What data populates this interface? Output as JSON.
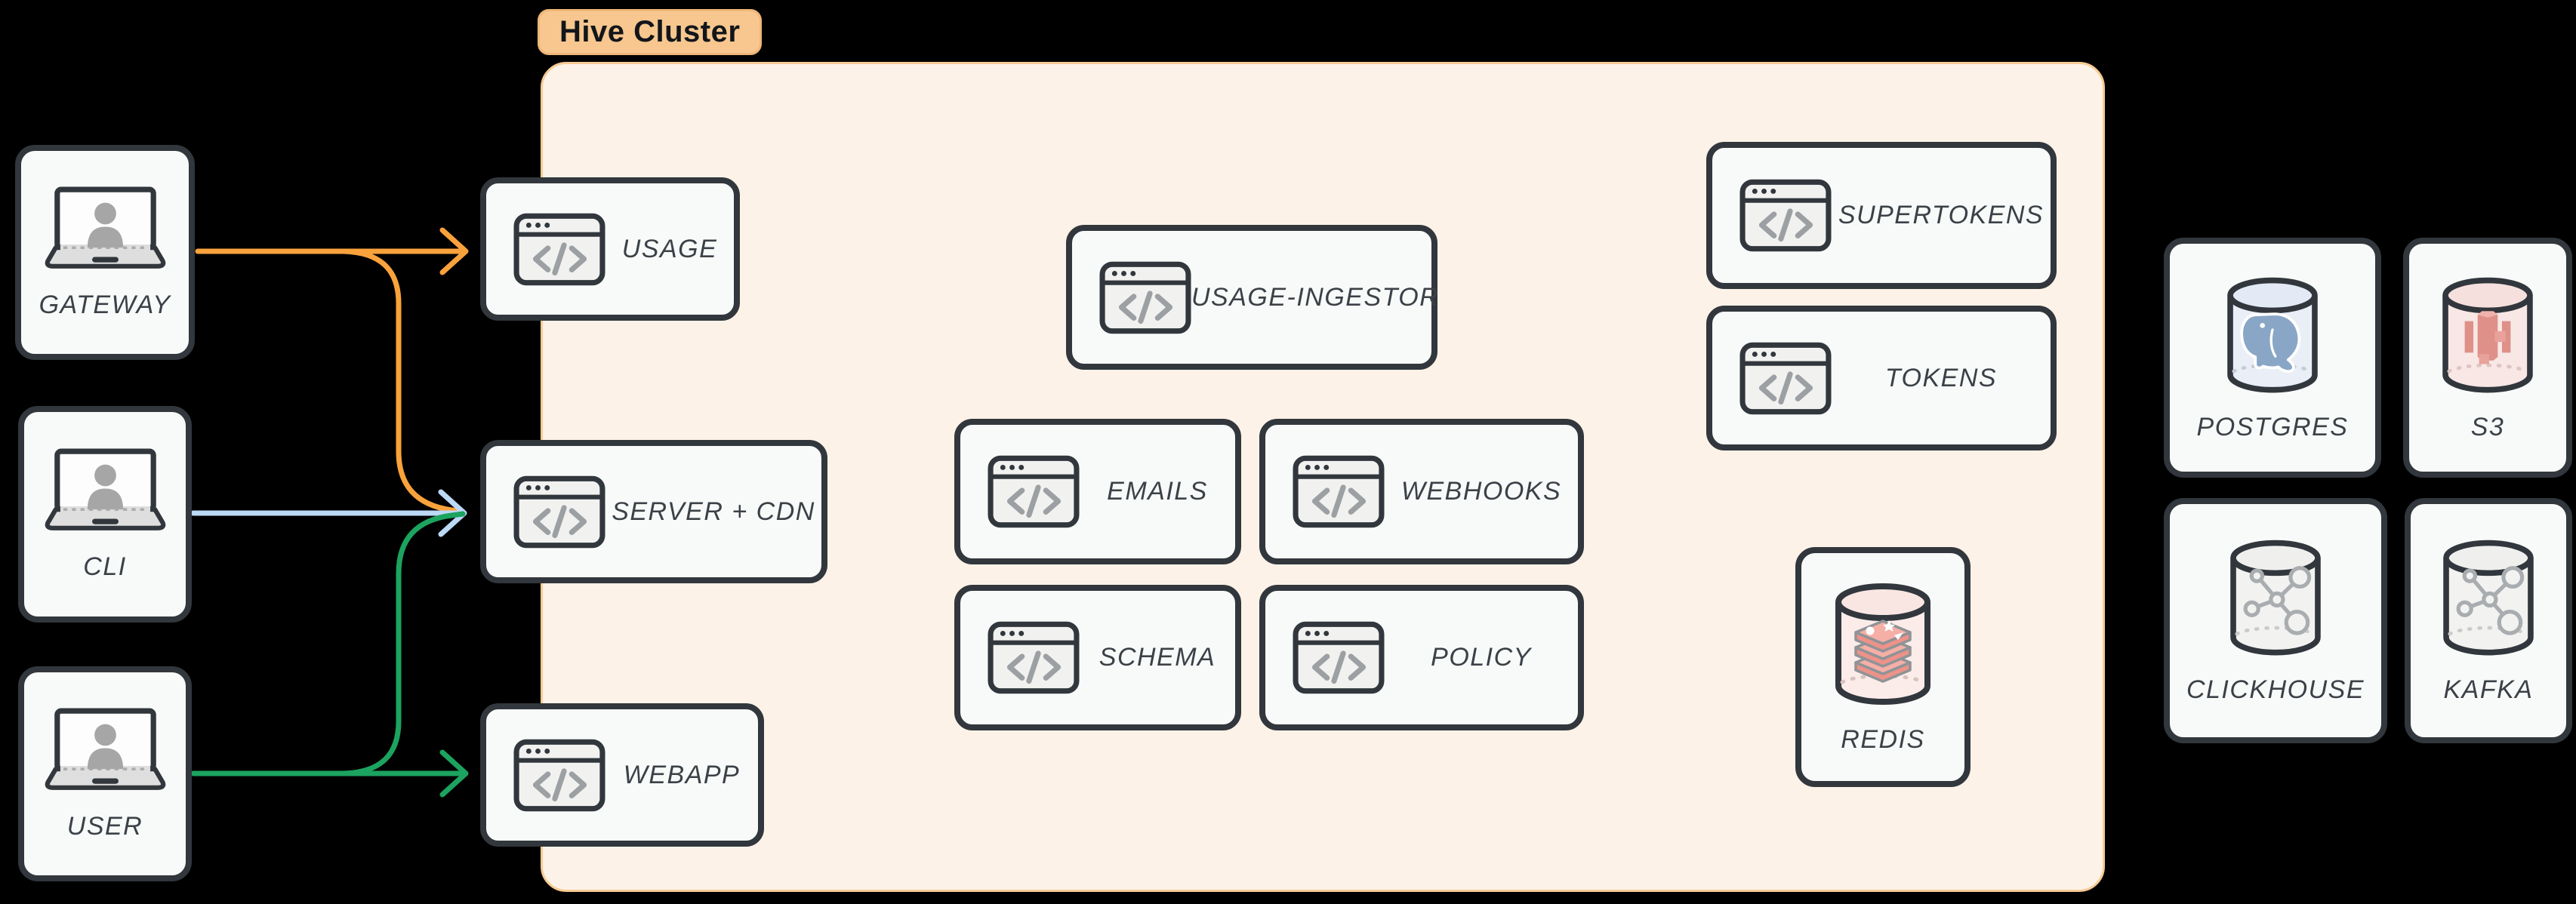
{
  "cluster": {
    "badge": "Hive Cluster"
  },
  "nodes": {
    "gateway": {
      "label": "GATEWAY",
      "icon": "laptop-user-icon"
    },
    "cli": {
      "label": "CLI",
      "icon": "laptop-user-icon"
    },
    "user": {
      "label": "USER",
      "icon": "laptop-user-icon"
    },
    "usage": {
      "label": "USAGE",
      "icon": "code-window-icon"
    },
    "server_cdn": {
      "label": "SERVER + CDN",
      "icon": "code-window-icon"
    },
    "webapp": {
      "label": "WEBAPP",
      "icon": "code-window-icon"
    },
    "usage_ingestor": {
      "label": "USAGE-INGESTOR",
      "icon": "code-window-icon"
    },
    "emails": {
      "label": "EMAILS",
      "icon": "code-window-icon"
    },
    "webhooks": {
      "label": "WEBHOOKS",
      "icon": "code-window-icon"
    },
    "schema": {
      "label": "SCHEMA",
      "icon": "code-window-icon"
    },
    "policy": {
      "label": "POLICY",
      "icon": "code-window-icon"
    },
    "supertokens": {
      "label": "SUPERTOKENS",
      "icon": "code-window-icon"
    },
    "tokens": {
      "label": "TOKENS",
      "icon": "code-window-icon"
    },
    "redis": {
      "label": "REDIS",
      "icon": "redis-database-icon"
    },
    "postgres": {
      "label": "POSTGRES",
      "icon": "postgres-database-icon"
    },
    "s3": {
      "label": "S3",
      "icon": "s3-database-icon"
    },
    "clickhouse": {
      "label": "CLICKHOUSE",
      "icon": "molecule-database-icon"
    },
    "kafka": {
      "label": "KAFKA",
      "icon": "molecule-database-icon"
    }
  },
  "edges": [
    {
      "from": "GATEWAY",
      "to": "USAGE",
      "color": "#F9A23C"
    },
    {
      "from": "GATEWAY",
      "to": "SERVER + CDN",
      "color": "#F9A23C"
    },
    {
      "from": "CLI",
      "to": "SERVER + CDN",
      "color": "#BCD9F6"
    },
    {
      "from": "USER",
      "to": "SERVER + CDN",
      "color": "#1CA35F"
    },
    {
      "from": "USER",
      "to": "WEBAPP",
      "color": "#1CA35F"
    }
  ],
  "colors": {
    "background": "#000000",
    "arrow_orange": "#F9A23C",
    "arrow_blue": "#BCD9F6",
    "arrow_green": "#1CA35F",
    "node_border": "#31373C",
    "node_fill": "#F8FAF9",
    "cluster_fill": "#FDF2E8",
    "cluster_border": "#F7CB94",
    "badge_fill": "#F7C78F",
    "label_color": "#3B4147",
    "icon_gray": "#9CA0A3"
  }
}
